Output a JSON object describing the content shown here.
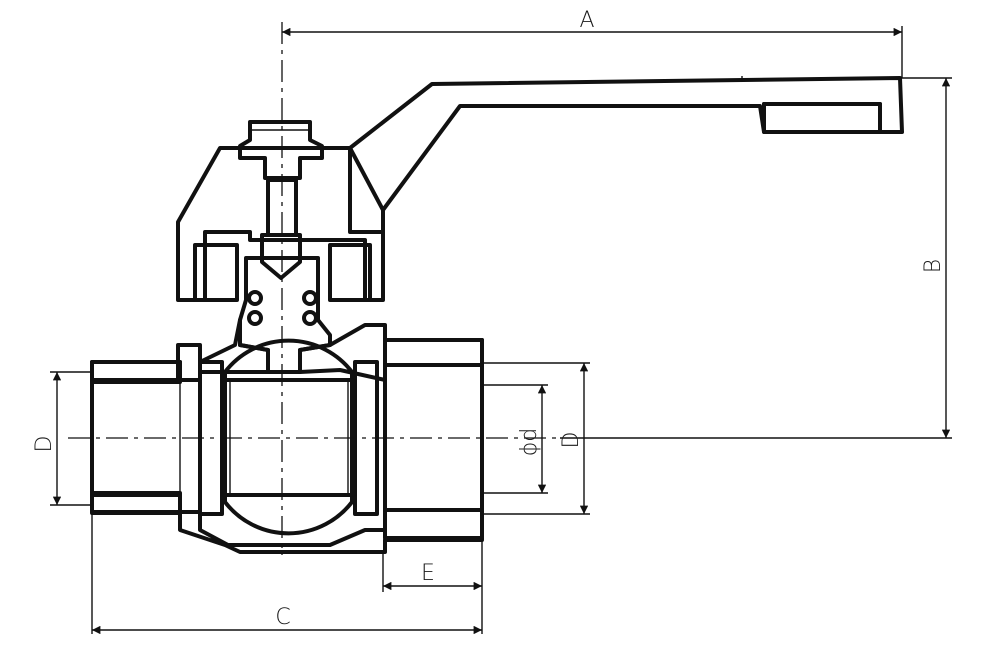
{
  "drawing": {
    "colors": {
      "line": "#111111",
      "background": "#ffffff"
    },
    "dimensions": {
      "A": "A",
      "B": "B",
      "C": "C",
      "D_left": "D",
      "D_right": "D",
      "d_symbol": "ϕd",
      "E": "E"
    }
  }
}
